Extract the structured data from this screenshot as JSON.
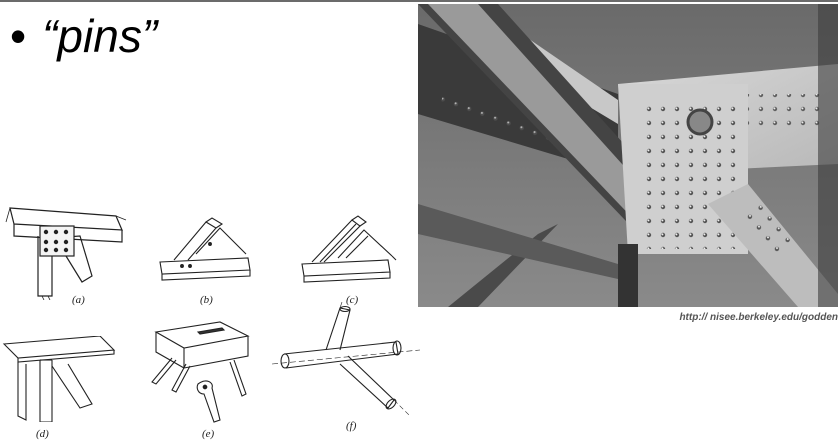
{
  "slide": {
    "bullet": "•",
    "heading": "“pins”"
  },
  "figures": [
    {
      "label": "(a)"
    },
    {
      "label": "(b)"
    },
    {
      "label": "(c)"
    },
    {
      "label": "(d)"
    },
    {
      "label": "(e)"
    },
    {
      "label": "(f)"
    }
  ],
  "photo": {
    "credit": "http:// nisee.berkeley.edu/godden"
  }
}
